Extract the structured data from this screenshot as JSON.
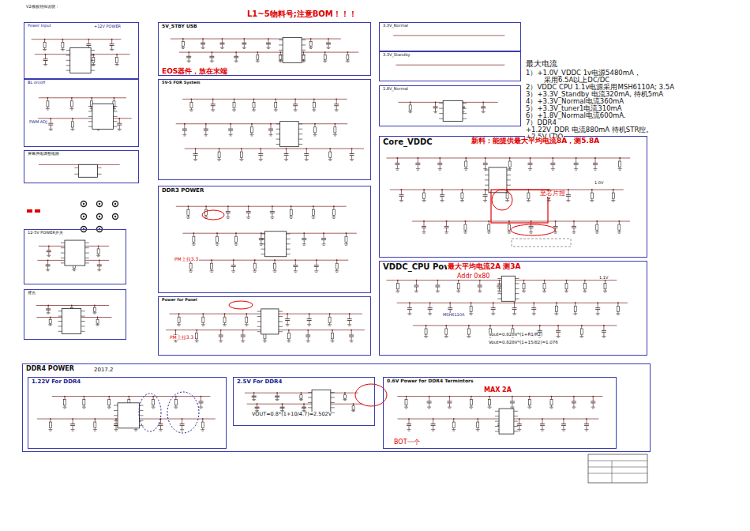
{
  "diagram": {
    "nodes": [
      {
        "text": [
          "Power Input"
        ]
      },
      {
        "text": [
          "5V_STBY USB"
        ]
      },
      {
        "text": [
          "BL on/off"
        ]
      },
      {
        "text": [
          "5V-S FOR System"
        ]
      },
      {
        "text": [
          "屏幕供电调整电路"
        ]
      },
      {
        "text": [
          "DDR3 POWER"
        ]
      },
      {
        "text": [
          "12-5V POWER开关"
        ]
      },
      {
        "text": [
          "背光"
        ]
      },
      {
        "text": [
          "Power for Panel"
        ]
      },
      {
        "text": [
          "3.3V_Normal"
        ]
      },
      {
        "text": [
          "3.3V_Standby"
        ]
      },
      {
        "text": [
          "1.8V_Normal"
        ]
      },
      {
        "text": [
          "Core_VDDC"
        ]
      },
      {
        "text": [
          "VDDC_CPU Power"
        ]
      },
      {
        "text": [
          "DDR4 POWER"
        ]
      },
      {
        "text": [
          "1.22V For DDR4"
        ],
        "in": 14
      },
      {
        "text": [
          "2.5V For DDR4"
        ],
        "in": 14
      },
      {
        "text": [
          "0.6V Power for DDR4 Termintors"
        ],
        "in": 14
      }
    ],
    "labels": [
      "V2模板特殊说明：",
      "L1~5物料号;注意BOM！！！",
      "+12V POWER",
      "PWM ADJ",
      "EOS器件，放在末端",
      "最大电流",
      "1）+1.0V_VDDC  1v电源5480mA，",
      "采用6.5A以上DC/DC",
      "2）VDDC CPU 1.1v电源采用MSH6110A; 3.5A",
      "3）+3.3V_Standby 电流320mA, 待机5mA",
      "4）+3.3V_Normal电流360mA",
      "5）+3.3V_tuner1电流310mA",
      "6）+1.8V_Normal电流600mA.",
      "7）DDR4",
      "+1.22V_DDR 电流880mA   待机STR控。",
      "+2.5V LDO",
      "新料：能提供最大平均电流8A，测5.8A",
      "至芯片控",
      "1.0V",
      "最大平均电流2A  测3A",
      "Addr 0x80",
      "MSH6110A",
      "Vout=0.828V*(1+R1/R2)",
      "Vout=0.828V*(1+15/82)=1.076",
      "1.1V",
      "2017.2",
      "VOUT=0.8*(1+10/4.7)=2.502V",
      "MAX 2A",
      "BOT一个",
      "PM上拉3.3",
      "PM上拉3.3"
    ]
  }
}
